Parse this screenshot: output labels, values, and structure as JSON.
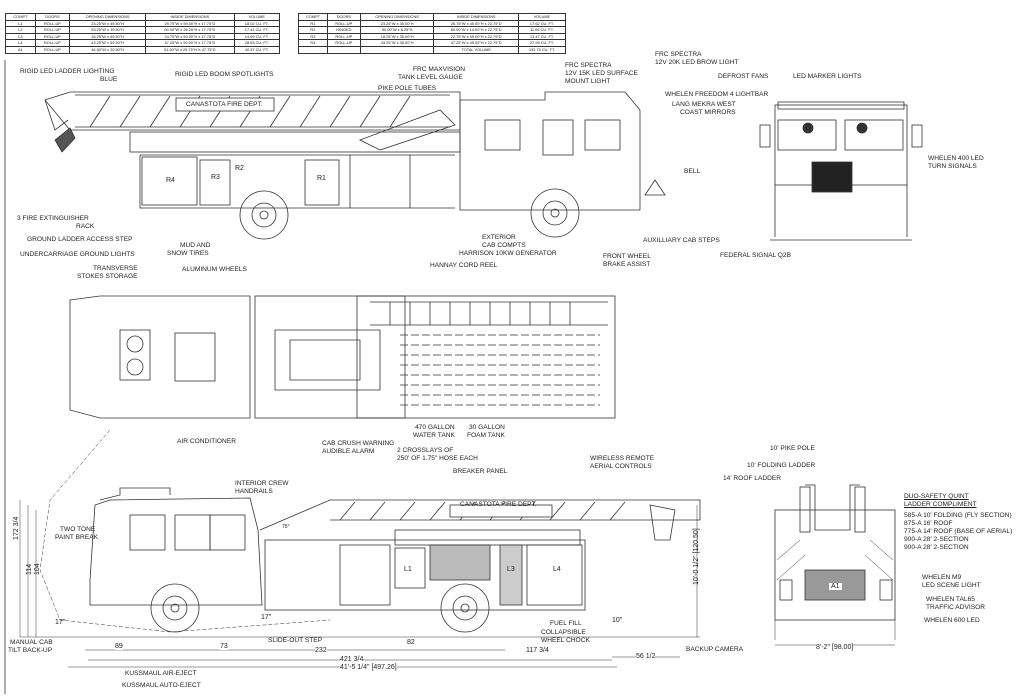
{
  "tables": {
    "headers": [
      "COMPT",
      "DOORS",
      "OPENING DIMENSIONS",
      "INSIDE DIMENSIONS",
      "VOLUME"
    ],
    "left_rows": [
      [
        "L1",
        "ROLL-UP",
        "23.25\"W x 49.50\"H",
        "29.75\"W x 59.00\"H x 17.75\"D",
        "18.02 CU. FT."
      ],
      [
        "L2",
        "ROLL-UP",
        "53.25\"W x 19.50\"H",
        "60.00\"W x 26.25\"H x 17.75\"D",
        "17.41 CU. FT."
      ],
      [
        "L3",
        "ROLL-UP",
        "18.25\"W x 49.50\"H",
        "24.75\"W x 59.00\"H x 17.75\"D",
        "14.99 CU. FT."
      ],
      [
        "L4",
        "ROLL-UP",
        "43.25\"W x 49.50\"H",
        "47.25\"W x 59.00\"H x 17.75\"D",
        "28.63 CU. FT."
      ],
      [
        "A1",
        "ROLL-UP",
        "44.50\"W x 20.50\"H",
        "51.50\"W x 29.75\"H X 47.75\"D",
        "40.57 CU. FT."
      ]
    ],
    "right_rows": [
      [
        "R1",
        "ROLL-UP",
        "23.25\"W x 35.00\"H",
        "26.75\"W x 45.00\"H x 22.75\"D",
        "17.62 CU. FT."
      ],
      [
        "R2",
        "HINGED",
        "50.00\"W x 8.25\"H",
        "60.00\"W x 14.00\"H x 22.75\"D",
        "11.06 CU. FT."
      ],
      [
        "R3",
        "ROLL-UP",
        "18.25\"W x 35.00\"H",
        "22.75\"W x 45.00\"H x 22.75\"D",
        "13.47 CU. FT."
      ],
      [
        "R4",
        "ROLL-UP",
        "43.25\"W x 35.00\"H",
        "47.25\"W x 45.00\"H x 22.75\"D",
        "27.99 CU. FT."
      ]
    ],
    "total_label": "TOTAL VOLUME",
    "total_value": "193.75 CU. FT."
  },
  "side_view": {
    "ladder_lighting": "RIGID LED LADDER LIGHTING",
    "ladder_lighting_2": "BLUE",
    "boom_spotlights": "RIGID LED BOOM SPOTLIGHTS",
    "dept_name": "CANASTOTA FIRE DEPT.",
    "maxvision_1": "FRC MAXVISION",
    "maxvision_2": "TANK LEVEL GAUGE",
    "pike_pole_tubes": "PIKE POLE TUBES",
    "spectra15_1": "FRC SPECTRA",
    "spectra15_2": "12V 15K LED SURFACE",
    "spectra15_3": "MOUNT LIGHT",
    "spectra20_1": "FRC SPECTRA",
    "spectra20_2": "12V 20K LED BROW LIGHT",
    "bell": "BELL",
    "extinguisher_1": "3 FIRE EXTINGUISHER",
    "extinguisher_2": "RACK",
    "ground_ladder_step": "GROUND LADDER ACCESS STEP",
    "undercarriage_lights": "UNDERCARRIAGE GROUND LIGHTS",
    "stokes_1": "TRANSVERSE",
    "stokes_2": "STOKES STORAGE",
    "mud_1": "MUD AND",
    "mud_2": "SNOW TIRES",
    "aluminum_wheels": "ALUMINUM WHEELS",
    "hannay": "HANNAY CORD REEL",
    "harrison": "HARRISON 10KW GENERATOR",
    "exterior_1": "EXTERIOR",
    "exterior_2": "CAB COMPTS",
    "front_wheel_1": "FRONT WHEEL",
    "front_wheel_2": "BRAKE ASSIST",
    "aux_steps": "AUXILLIARY CAB STEPS",
    "compartments": [
      "R4",
      "R3",
      "R2",
      "R1"
    ]
  },
  "front_view": {
    "defrost_fans": "DEFROST FANS",
    "marker_lights": "LED MARKER LIGHTS",
    "lightbar": "WHELEN FREEDOM 4 LIGHTBAR",
    "mirrors_1": "LANG MEKRA WEST",
    "mirrors_2": "COAST MIRRORS",
    "turn_1": "WHELEN 400 LED",
    "turn_2": "TURN SIGNALS",
    "q2b": "FEDERAL SIGNAL Q2B"
  },
  "top_view": {
    "water_1": "470 GALLON",
    "water_2": "WATER TANK",
    "foam_1": "30 GALLON",
    "foam_2": "FOAM TANK"
  },
  "left_view": {
    "air_conditioner": "AIR CONDITIONER",
    "crush_1": "CAB CRUSH WARNING",
    "crush_2": "AUDIBLE ALARM",
    "crosslay_1": "2 CROSSLAYS OF",
    "crosslay_2": "250' OF 1.75\" HOSE EACH",
    "breaker": "BREAKER PANEL",
    "wireless_1": "WIRELESS REMOTE",
    "wireless_2": "AERIAL CONTROLS",
    "handrails_1": "INTERIOR CREW",
    "handrails_2": "HANDRAILS",
    "two_tone_1": "TWO TONE",
    "two_tone_2": "PAINT BREAK",
    "dept_name": "CANASTOTA FIRE DEPT.",
    "fuel_fill": "FUEL FILL",
    "chock_1": "COLLAPSIBLE",
    "chock_2": "WHEEL CHOCK",
    "slide_step": "SLIDE-OUT STEP",
    "tilt_1": "MANUAL CAB",
    "tilt_2": "TILT BACK-UP",
    "air_eject": "KUSSMAUL AIR-EJECT",
    "auto_eject": "KUSSMAUL AUTO-EJECT",
    "backup_camera": "BACKUP CAMERA",
    "compartments": [
      "L1",
      "L3",
      "L4"
    ],
    "dims": {
      "overall_height": "172 3/4",
      "h114": "114",
      "h104": "104",
      "front_clear": "17\"",
      "mid_clear": "17\"",
      "rear_clear": "10\"",
      "ladder_height": "10'-0 1/2\" [120.50]",
      "d89": "89",
      "d73": "73",
      "d82": "82",
      "d232": "232",
      "d117": "117 3/4",
      "d421": "421 3/4",
      "overall_length": "41'-5 1/4\" [497.26]",
      "d56": "56 1/2",
      "angle": "75°"
    }
  },
  "rear_view": {
    "pike_pole": "10' PIKE POLE",
    "folding_ladder": "10' FOLDING LADDER",
    "roof_ladder": "14' ROOF LADDER",
    "compliment_1": "DUO-SAFETY QUINT",
    "compliment_2": "LADDER COMPLIMENT",
    "ladders": [
      "585-A 10' FOLDING (FLY SECTION)",
      "875-A 16' ROOF",
      "775-A 14' ROOF (BASE OF AERIAL)",
      "900-A 28' 2-SECTION",
      "900-A 28' 2-SECTION"
    ],
    "m9_1": "WHELEN M9",
    "m9_2": "LED SCENE LIGHT",
    "tal_1": "WHELEN TAL65",
    "tal_2": "TRAFFIC ADVISOR",
    "led600": "WHELEN 600 LED",
    "compartment": "A1",
    "width": "8'-2\" [98.00]"
  }
}
